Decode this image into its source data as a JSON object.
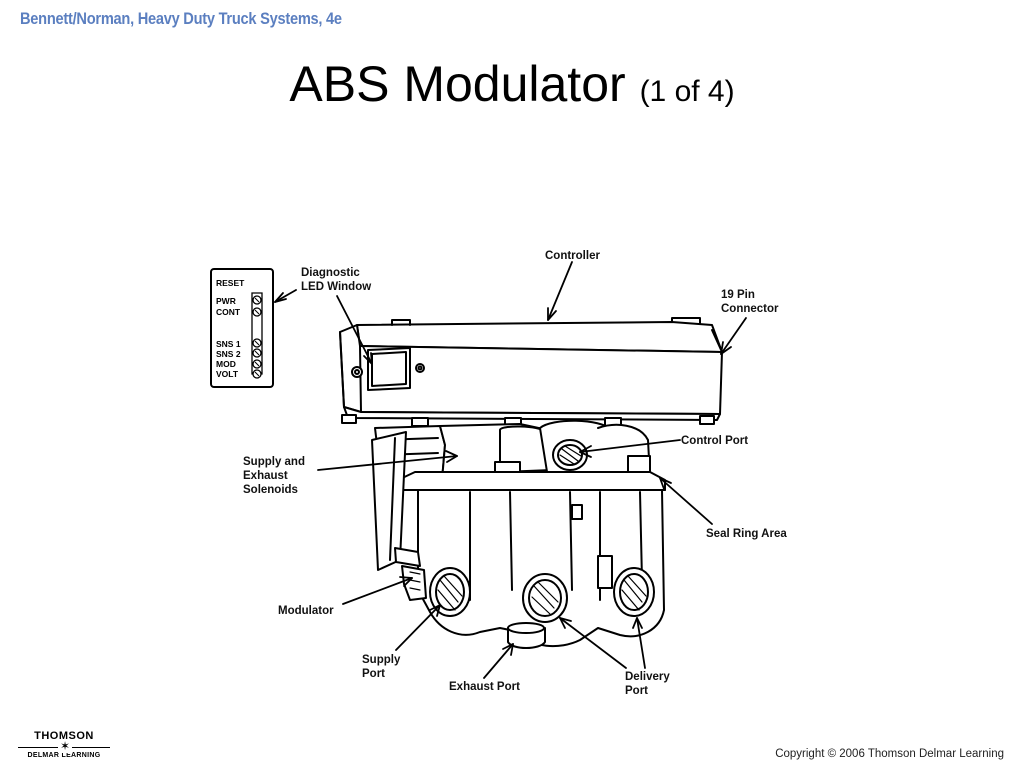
{
  "header": {
    "book_title": "Bennett/Norman, Heavy Duty Truck Systems, 4e",
    "slide_title": "ABS Modulator",
    "slide_subtitle": "(1 of 4)"
  },
  "led_panel": {
    "labels": [
      "RESET",
      "PWR",
      "CONT",
      "SNS 1",
      "SNS 2",
      "MOD",
      "VOLT"
    ]
  },
  "callouts": {
    "diagnostic_led_window": "Diagnostic\nLED Window",
    "controller": "Controller",
    "nineteen_pin_connector": "19 Pin\nConnector",
    "control_port": "Control Port",
    "supply_exhaust_solenoids": "Supply and\nExhaust\nSolenoids",
    "seal_ring_area": "Seal Ring Area",
    "modulator": "Modulator",
    "supply_port": "Supply\nPort",
    "exhaust_port": "Exhaust Port",
    "delivery_port": "Delivery\nPort"
  },
  "footer": {
    "logo_brand": "THOMSON",
    "logo_star": "✶",
    "logo_sub": "DELMAR LEARNING",
    "copyright": "Copyright © 2006 Thomson Delmar Learning"
  },
  "colors": {
    "book_title": "#5b7fc0",
    "line_art": "#000000",
    "background": "#ffffff"
  }
}
